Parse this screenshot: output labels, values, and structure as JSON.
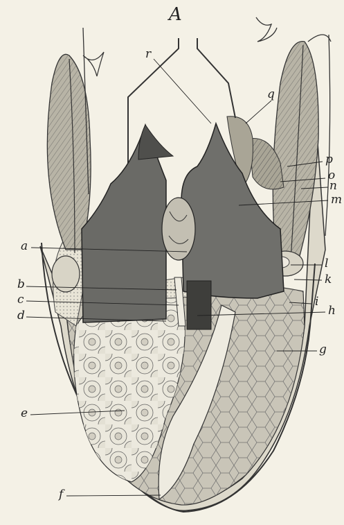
{
  "figure_label": "A",
  "labels": {
    "a": "a",
    "b": "b",
    "c": "c",
    "d": "d",
    "e": "e",
    "f": "f",
    "g": "g",
    "h": "h",
    "i": "i",
    "k": "k",
    "l": "l",
    "m": "m",
    "n": "n",
    "o": "o",
    "p": "p",
    "q": "q",
    "r": "r"
  }
}
